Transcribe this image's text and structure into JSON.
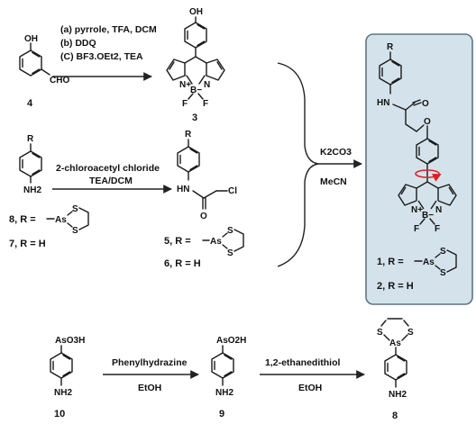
{
  "reaction1": {
    "conditions": [
      "(a) pyrrole, TFA, DCM",
      "(b) DDQ",
      "(C) BF3.OEt2, TEA"
    ],
    "reactant_number": "4",
    "product_number": "3"
  },
  "reaction2": {
    "conditions": [
      "2-chloroacetyl chloride",
      "TEA/DCM"
    ],
    "reactant_labels": [
      "8, R =",
      "7, R = H"
    ],
    "product_labels": [
      "5, R =",
      "6, R = H"
    ]
  },
  "coupling": {
    "conditions": [
      "K2CO3",
      "MeCN"
    ],
    "product_labels": [
      "1, R =",
      "2, R = H"
    ]
  },
  "bottom": {
    "step1_conditions": [
      "Phenylhydrazine",
      "EtOH"
    ],
    "step2_conditions": [
      "1,2-ethanedithiol",
      "EtOH"
    ],
    "numbers": [
      "10",
      "9",
      "8"
    ]
  },
  "atoms": {
    "oh": "OH",
    "cho": "CHO",
    "nh2": "NH2",
    "r": "R",
    "o": "O",
    "hn": "HN",
    "cl": "Cl",
    "n": "N",
    "n_plus": "N+",
    "b_minus": "B−",
    "f": "F",
    "as": "As",
    "s": "S",
    "aso3h": "AsO3H",
    "aso2h": "AsO2H"
  },
  "colors": {
    "panel_fill": "#d4e3eb",
    "panel_stroke": "#5b7583",
    "bodipy_green": "#19a13a",
    "rotation_red": "#e01f1f"
  }
}
